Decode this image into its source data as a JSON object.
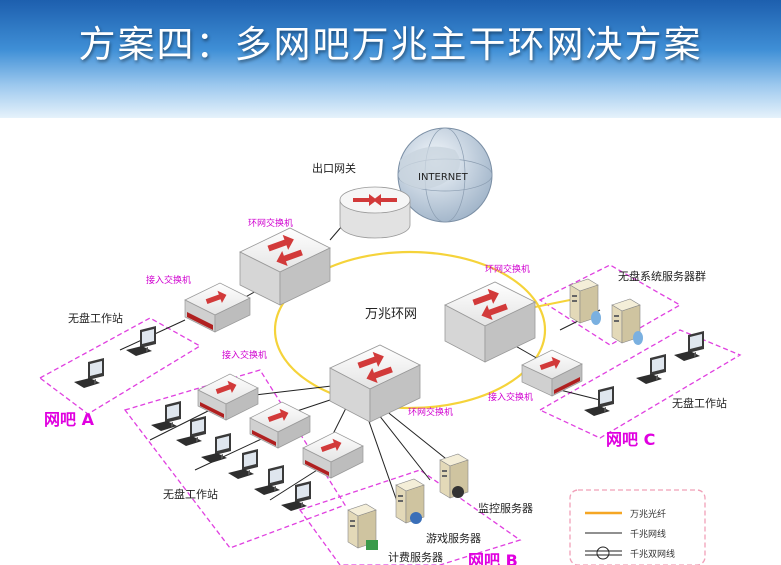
{
  "title": "方案四：多网吧万兆主干环网决方案",
  "labels": {
    "gateway": "出口网关",
    "internet": "INTERNET",
    "ring_network": "万兆环网",
    "ring_switch": "环网交换机",
    "access_switch": "接入交换机",
    "diskless_workstation": "无盘工作站",
    "diskless_server_group": "无盘系统服务器群",
    "monitoring_server": "监控服务器",
    "game_server": "游戏服务器",
    "billing_server": "计费服务器"
  },
  "zones": {
    "a": "网吧 A",
    "b": "网吧 B",
    "c": "网吧 C"
  },
  "legend": {
    "fiber": "万兆光纤",
    "gigabit": "千兆网线",
    "gigabit_dual": "千兆双网线"
  },
  "colors": {
    "ring": "#f5d33a",
    "zone_border": "#e040e0",
    "zone_text": "#e000e0",
    "banner": "#2c79c8"
  }
}
